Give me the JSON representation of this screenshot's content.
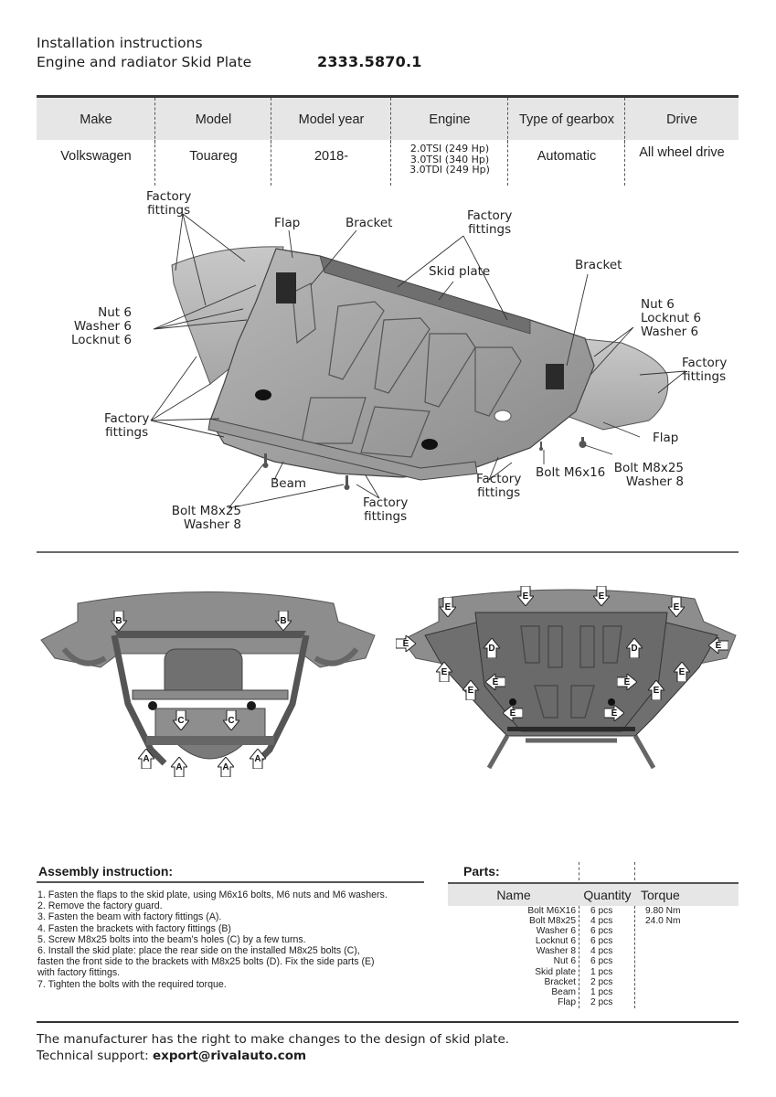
{
  "header": {
    "title_line1": "Installation instructions",
    "title_line2": "Engine and radiator Skid Plate",
    "part_number": "2333.5870.1"
  },
  "vehicle_table": {
    "headers": [
      "Make",
      "Model",
      "Model year",
      "Engine",
      "Type of gearbox",
      "Drive"
    ],
    "row": {
      "make": "Volkswagen",
      "model": "Touareg",
      "model_year": "2018-",
      "engines": [
        "2.0TSI (249 Hp)",
        "3.0TSI (340 Hp)",
        "3.0TDI (249 Hp)"
      ],
      "gearbox": "Automatic",
      "drive": "All wheel drive"
    }
  },
  "diagram": {
    "labels": {
      "factory_fittings_top_left": [
        "Factory",
        "fittings"
      ],
      "flap_left": "Flap",
      "bracket_left": "Bracket",
      "factory_fittings_top_mid": [
        "Factory",
        "fittings"
      ],
      "skid_plate": "Skid plate",
      "bracket_right": "Bracket",
      "nut_left": [
        "Nut 6",
        "Washer 6",
        "Locknut 6"
      ],
      "nut_right": [
        "Nut 6",
        "Locknut 6",
        "Washer 6"
      ],
      "factory_fittings_right": [
        "Factory",
        "fittings"
      ],
      "factory_fittings_left": [
        "Factory",
        "fittings"
      ],
      "flap_right": "Flap",
      "beam": "Beam",
      "bolt_m6x16": "Bolt M6x16",
      "bolt_m8_left": [
        "Bolt M8x25",
        "Washer 8"
      ],
      "bolt_m8_right": [
        "Bolt M8x25",
        "Washer 8"
      ],
      "factory_fittings_bottom_mid": [
        "Factory",
        "fittings"
      ],
      "factory_fittings_bottom_right": [
        "Factory",
        "fittings"
      ]
    }
  },
  "photos": {
    "left": {
      "markers": [
        "B",
        "B",
        "C",
        "C",
        "A",
        "A",
        "A",
        "A"
      ]
    },
    "right": {
      "markers": [
        "E",
        "E",
        "E",
        "E",
        "E",
        "E",
        "D",
        "D",
        "E",
        "E",
        "E",
        "E",
        "E",
        "E",
        "E",
        "E"
      ]
    }
  },
  "assembly": {
    "title": "Assembly instruction:",
    "steps": [
      "1. Fasten the flaps to the skid plate, using M6x16 bolts, M6 nuts and M6 washers.",
      "2. Remove the factory guard.",
      "3. Fasten the beam with factory fittings (A).",
      "4. Fasten the brackets with factory fittings (B)",
      "5. Screw M8x25 bolts into the beam’s holes (C) by a few turns.",
      "6. Install the skid plate: place the rear side on the installed M8x25 bolts (C),\nfasten the front side to the brackets with M8x25 bolts (D). Fix the side parts (E)\nwith factory fittings.",
      "7. Tighten the bolts with the required torque."
    ]
  },
  "parts": {
    "title": "Parts:",
    "headers": {
      "name": "Name",
      "quantity": "Quantity",
      "torque": "Torque"
    },
    "rows": [
      {
        "name": "Bolt M6X16",
        "quantity": "6 pcs",
        "torque": "9.80 Nm"
      },
      {
        "name": "Bolt M8x25",
        "quantity": "4 pcs",
        "torque": "24.0 Nm"
      },
      {
        "name": "Washer 6",
        "quantity": "6 pcs",
        "torque": ""
      },
      {
        "name": "Locknut 6",
        "quantity": "6 pcs",
        "torque": ""
      },
      {
        "name": "Washer 8",
        "quantity": "4 pcs",
        "torque": ""
      },
      {
        "name": "Nut 6",
        "quantity": "6 pcs",
        "torque": ""
      },
      {
        "name": "Skid plate",
        "quantity": "1 pcs",
        "torque": ""
      },
      {
        "name": "Bracket",
        "quantity": "2 pcs",
        "torque": ""
      },
      {
        "name": "Beam",
        "quantity": "1 pcs",
        "torque": ""
      },
      {
        "name": "Flap",
        "quantity": "2 pcs",
        "torque": ""
      }
    ]
  },
  "footer": {
    "disclaimer": "The manufacturer has the right to make changes to the design of skid plate.",
    "support_label": "Technical support:",
    "support_email": "export@rivalauto.com"
  }
}
